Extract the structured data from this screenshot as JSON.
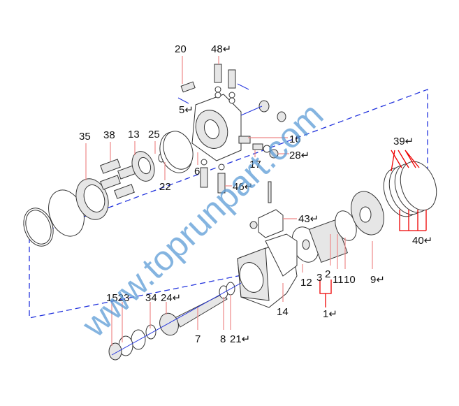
{
  "watermark": "www.toprunpart.com",
  "labels": {
    "l20": "20",
    "l48": "48↵",
    "l5": "5↵",
    "l16": "16",
    "l28": "28↵",
    "l17": "17",
    "l6": "6",
    "l46": "46↵",
    "l35": "35",
    "l38": "38",
    "l13": "13",
    "l25": "25",
    "l22": "22",
    "l43": "43↵",
    "l39": "39↵",
    "l40": "40↵",
    "l12": "12",
    "l3": "3",
    "l2": "2",
    "l11": "11",
    "l10": "10",
    "l9": "9↵",
    "l1": "1↵",
    "l14": "14",
    "l1523": "1523",
    "l34": "34",
    "l24": "24↵",
    "l7": "7",
    "l8": "8",
    "l21": "21↵"
  },
  "colors": {
    "leader": "#ee8888",
    "bracket": "#ee0000",
    "axis": "#2233dd",
    "watermark": "#5b9bd5"
  }
}
